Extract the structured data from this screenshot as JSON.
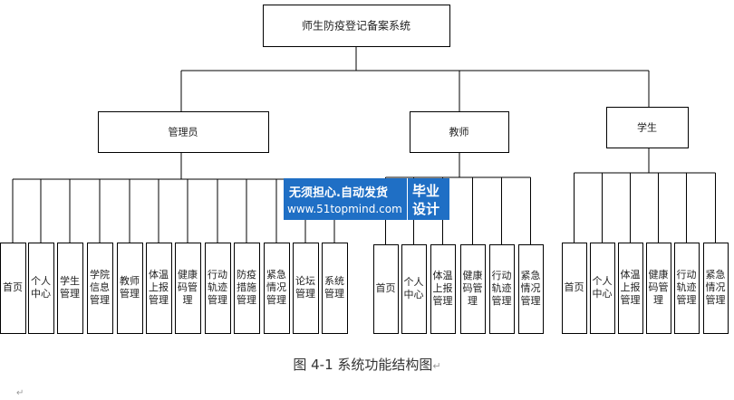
{
  "root": {
    "label": "师生防疫登记备案系统"
  },
  "roles": [
    {
      "label": "管理员",
      "leaves": [
        [
          "首页"
        ],
        [
          "个人",
          "中心"
        ],
        [
          "学生",
          "管理"
        ],
        [
          "学院",
          "信息",
          "管理"
        ],
        [
          "教师",
          "管理"
        ],
        [
          "体温",
          "上报",
          "管理"
        ],
        [
          "健康",
          "码管",
          "理"
        ],
        [
          "行动",
          "轨迹",
          "管理"
        ],
        [
          "防疫",
          "措施",
          "管理"
        ],
        [
          "紧急",
          "情况",
          "管理"
        ],
        [
          "论坛",
          "管理"
        ],
        [
          "系统",
          "管理"
        ]
      ]
    },
    {
      "label": "教师",
      "leaves": [
        [
          "首页"
        ],
        [
          "个人",
          "中心"
        ],
        [
          "体温",
          "上报",
          "管理"
        ],
        [
          "健康",
          "码管",
          "理"
        ],
        [
          "行动",
          "轨迹",
          "管理"
        ],
        [
          "紧急",
          "情况",
          "管理"
        ]
      ]
    },
    {
      "label": "学生",
      "leaves": [
        [
          "首页"
        ],
        [
          "个人",
          "中心"
        ],
        [
          "体温",
          "上报",
          "管理"
        ],
        [
          "健康",
          "码管",
          "理"
        ],
        [
          "行动",
          "轨迹",
          "管理"
        ],
        [
          "紧急",
          "情况",
          "管理"
        ]
      ]
    }
  ],
  "caption": {
    "text": "图 4-1  系统功能结构图",
    "mark": "↵"
  },
  "footer_mark": "↵",
  "watermark": {
    "line1": "无须担心.自动发货",
    "line2": "www.51topmind.com",
    "badge_line1": "毕业",
    "badge_line2": "设计"
  }
}
